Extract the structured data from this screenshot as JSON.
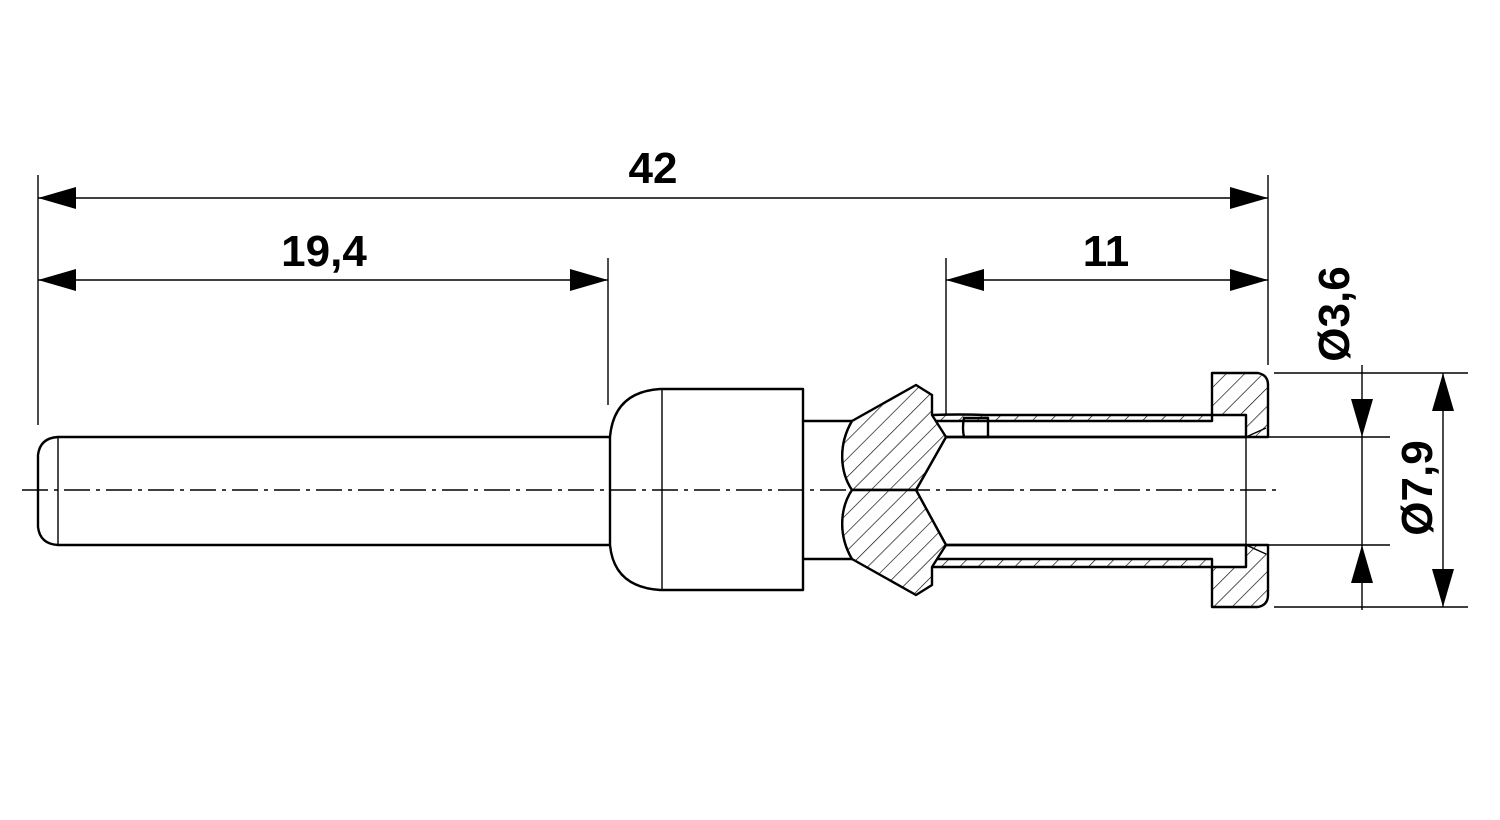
{
  "dimensions": {
    "overall_length": "42",
    "pin_length": "19,4",
    "sleeve_length": "11",
    "inner_diameter": "Ø3,6",
    "outer_diameter": "Ø7,9"
  }
}
